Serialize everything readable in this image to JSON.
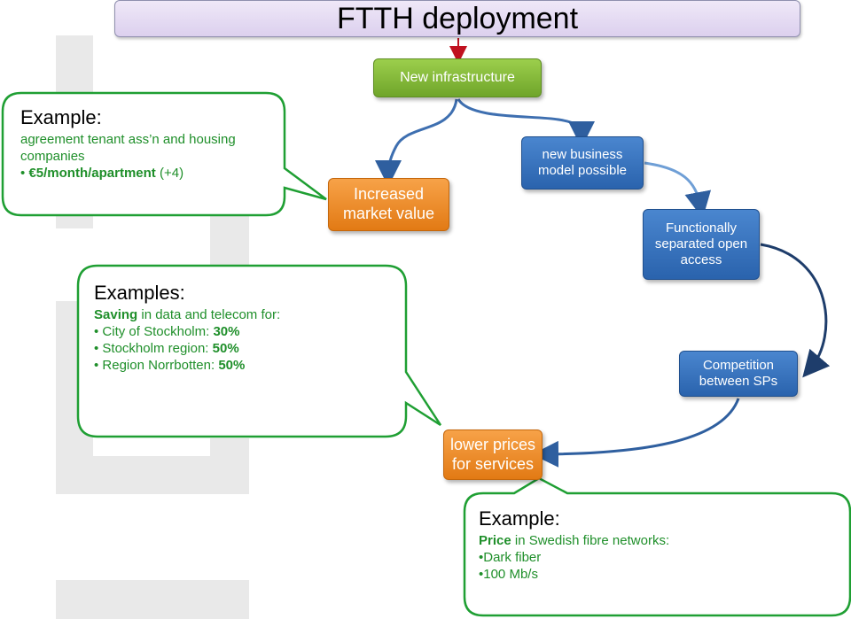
{
  "title": "FTTH deployment",
  "nodes": {
    "new_infrastructure": "New infrastructure",
    "increased_market_value": "Increased market value",
    "new_business_model": "new business model possible",
    "functionally_separated": "Functionally separated open access",
    "competition": "Competition between SPs",
    "lower_prices": "lower prices for services"
  },
  "callouts": {
    "example1": {
      "heading": "Example:",
      "line1": "agreement tenant ass’n and housing companies",
      "bullet": "•",
      "price": "€5/month/apartment",
      "price_extra": "(+4)"
    },
    "example2": {
      "heading": "Examples:",
      "saving": "Saving",
      "saving_rest": "in data and telecom for:",
      "items": [
        {
          "label": "• City of Stockholm:",
          "value": "30%"
        },
        {
          "label": "• Stockholm region:",
          "value": "50%"
        },
        {
          "label": "• Region Norrbotten:",
          "value": "50%"
        }
      ]
    },
    "example3": {
      "heading": "Example:",
      "price": "Price",
      "price_rest": "in Swedish fibre networks:",
      "items": [
        "•Dark fiber",
        "•100 Mb/s"
      ]
    }
  },
  "colors": {
    "callout_border": "#1f9f33",
    "callout_text": "#1f8f2a",
    "arrow_red": "#c0111f",
    "arrow_blue": "#2f5f9f"
  }
}
